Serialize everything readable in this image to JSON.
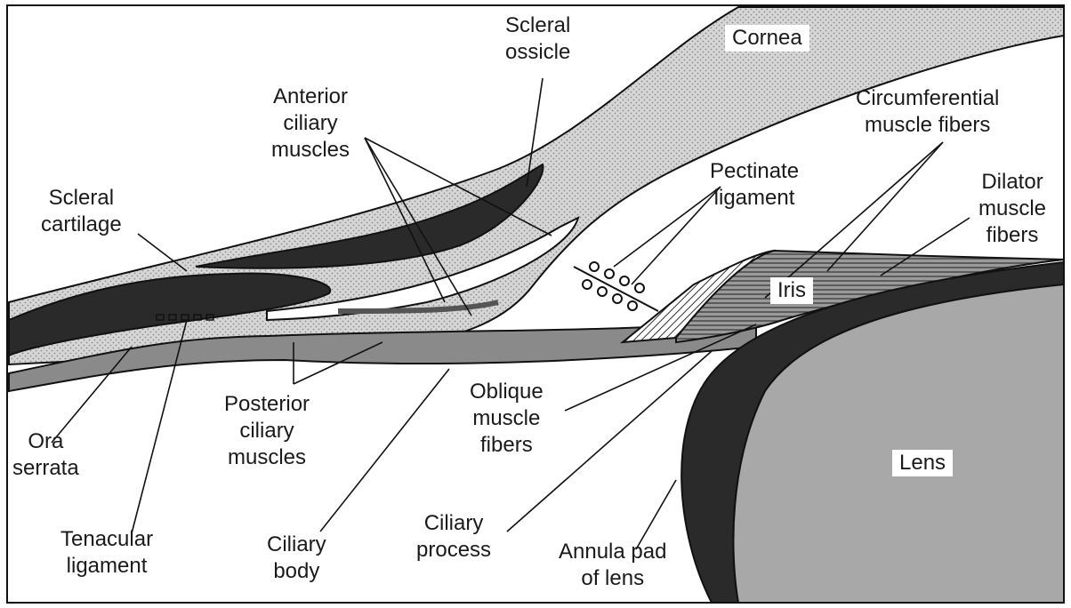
{
  "labels": {
    "cornea": "Cornea",
    "scleral_ossicle": [
      "Scleral",
      "ossicle"
    ],
    "anterior_ciliary_muscles": [
      "Anterior",
      "ciliary",
      "muscles"
    ],
    "circumferential_muscle_fibers": [
      "Circumferential",
      "muscle fibers"
    ],
    "pectinate_ligament": [
      "Pectinate",
      "ligament"
    ],
    "dilator_muscle_fibers": [
      "Dilator",
      "muscle",
      "fibers"
    ],
    "scleral_cartilage": [
      "Scleral",
      "cartilage"
    ],
    "iris": "Iris",
    "lens": "Lens",
    "posterior_ciliary_muscles": [
      "Posterior",
      "ciliary",
      "muscles"
    ],
    "oblique_muscle_fibers": [
      "Oblique",
      "muscle",
      "fibers"
    ],
    "ora_serrata": [
      "Ora",
      "serrata"
    ],
    "tenacular_ligament": [
      "Tenacular",
      "ligament"
    ],
    "ciliary_body": [
      "Ciliary",
      "body"
    ],
    "ciliary_process": [
      "Ciliary",
      "process"
    ],
    "annula_pad_of_lens": [
      "Annula pad",
      "of lens"
    ]
  },
  "colors": {
    "sclera_fill": "#cfcfcf",
    "dark_tissue": "#2a2a2a",
    "lens_fill": "#a8a8a8",
    "ciliary_band": "#8a8a8a",
    "outline": "#111111"
  }
}
